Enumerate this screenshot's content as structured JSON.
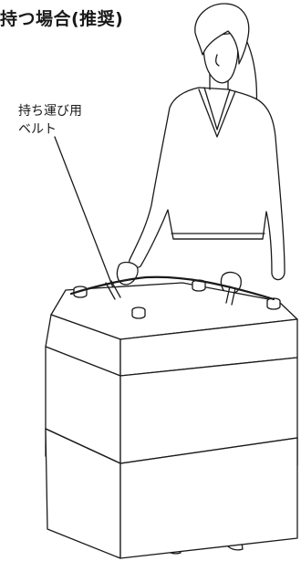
{
  "document": {
    "heading": "持つ場合(推奨)",
    "callout": {
      "line1": "持ち運び用",
      "line2": "ベルト"
    }
  },
  "illustration": {
    "subject": "person-carrying-unit-icon",
    "stroke_color": "#1a1a1a",
    "fill_color": "#ffffff"
  }
}
